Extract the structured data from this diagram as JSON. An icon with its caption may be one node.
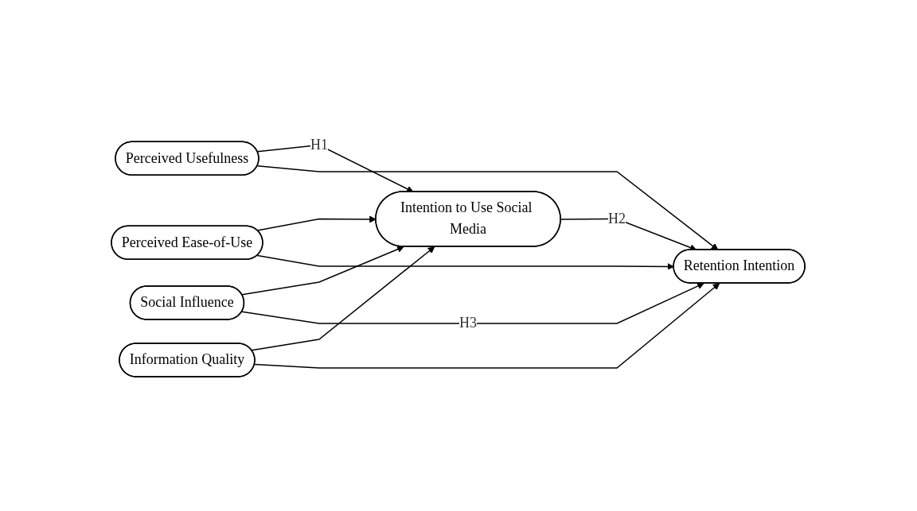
{
  "diagram": {
    "nodes": [
      {
        "text": [
          "Perceived Usefulness"
        ]
      },
      {
        "text": [
          "Perceived Ease-of-Use"
        ]
      },
      {
        "text": [
          "Social Influence"
        ]
      },
      {
        "text": [
          "Information Quality"
        ]
      },
      {
        "text": [
          "Intention to Use Social Media"
        ]
      },
      {
        "text": [
          "Retention Intention"
        ]
      }
    ],
    "edges": [
      {
        "from": 0,
        "to": 4,
        "arrow": "to",
        "label": "H1"
      },
      {
        "from": 1,
        "to": 4,
        "arrow": "to"
      },
      {
        "from": 2,
        "to": 4,
        "arrow": "to"
      },
      {
        "from": 3,
        "to": 4,
        "arrow": "to"
      },
      {
        "from": 4,
        "to": 5,
        "arrow": "to",
        "label": "H2"
      },
      {
        "from": 0,
        "to": 5,
        "arrow": "to"
      },
      {
        "from": 1,
        "to": 5,
        "arrow": "to"
      },
      {
        "from": 2,
        "to": 5,
        "arrow": "to",
        "label": "H3"
      },
      {
        "from": 3,
        "to": 5,
        "arrow": "to"
      }
    ]
  }
}
